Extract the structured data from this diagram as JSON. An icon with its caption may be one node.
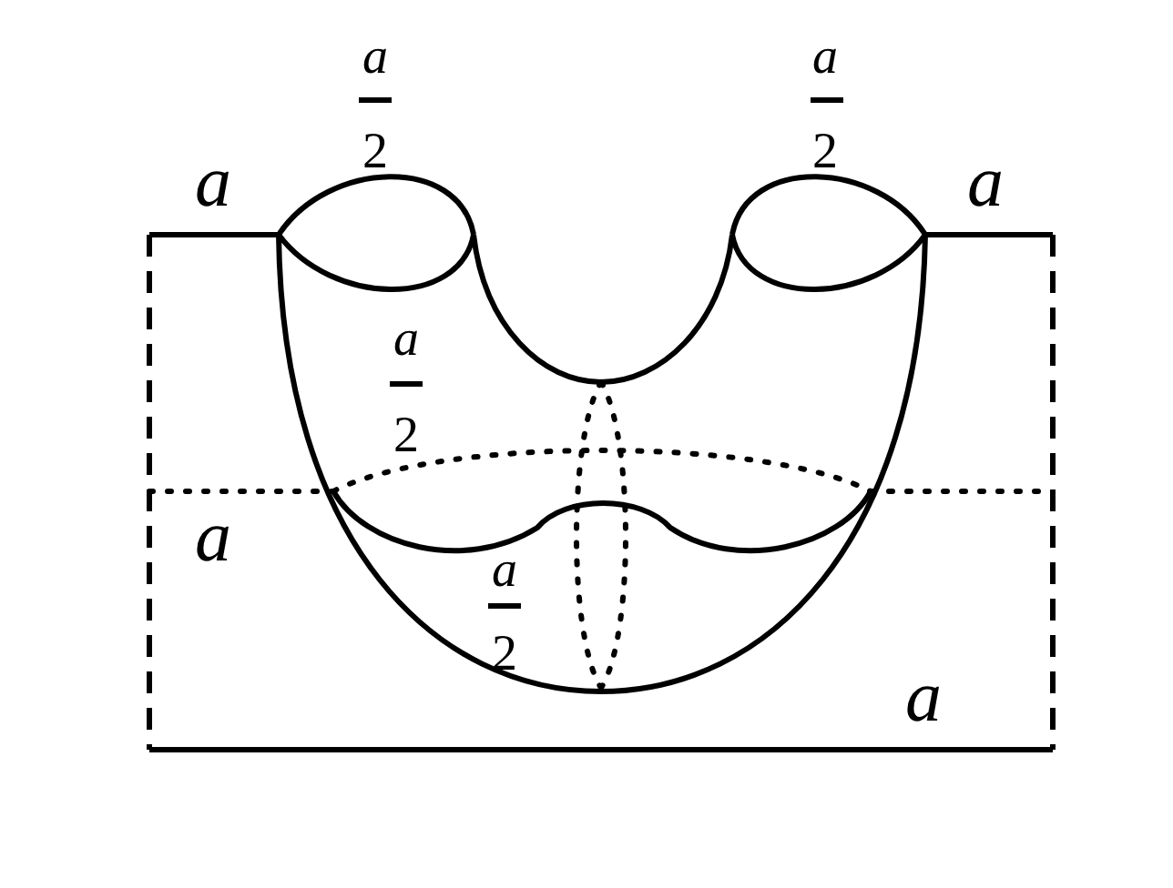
{
  "diagram": {
    "labels": [
      "a",
      "a",
      "2",
      "2",
      "a",
      "a",
      "a",
      "2",
      "a",
      "a",
      "2",
      "a"
    ]
  }
}
